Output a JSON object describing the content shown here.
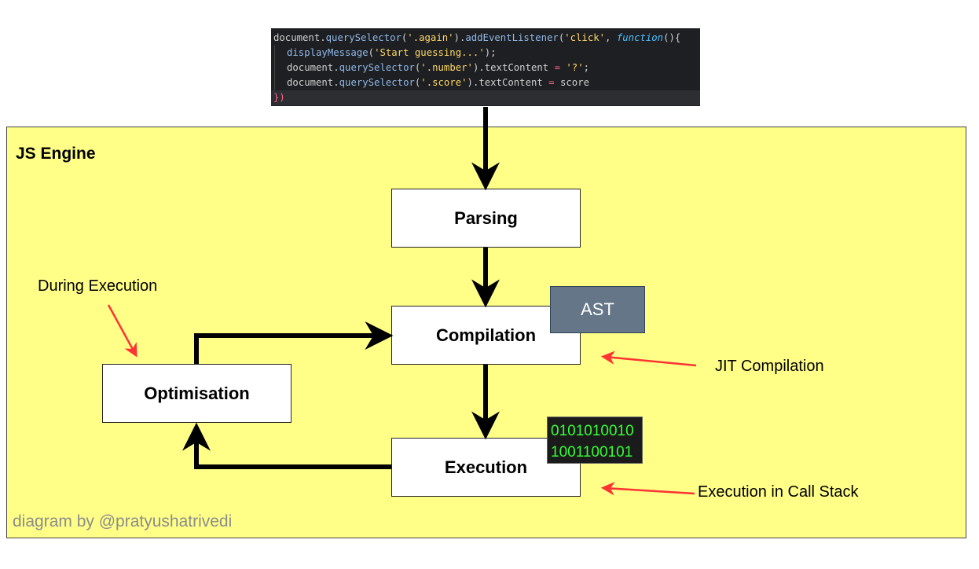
{
  "code": {
    "lines": [
      [
        {
          "t": "document",
          "c": "pun"
        },
        {
          "t": ".",
          "c": "pun"
        },
        {
          "t": "querySelector",
          "c": "fn"
        },
        {
          "t": "(",
          "c": "pun"
        },
        {
          "t": "'.again'",
          "c": "str"
        },
        {
          "t": ")",
          "c": "pun"
        },
        {
          "t": ".",
          "c": "pun"
        },
        {
          "t": "addEventListener",
          "c": "fn"
        },
        {
          "t": "(",
          "c": "pun"
        },
        {
          "t": "'click'",
          "c": "str"
        },
        {
          "t": ", ",
          "c": "pun"
        },
        {
          "t": "function",
          "c": "kw"
        },
        {
          "t": "(){",
          "c": "pun"
        }
      ],
      [
        {
          "t": "displayMessage",
          "c": "fn"
        },
        {
          "t": "(",
          "c": "pun"
        },
        {
          "t": "'Start guessing...'",
          "c": "str"
        },
        {
          "t": ");",
          "c": "pun"
        }
      ],
      [
        {
          "t": "document",
          "c": "pun"
        },
        {
          "t": ".",
          "c": "pun"
        },
        {
          "t": "querySelector",
          "c": "fn"
        },
        {
          "t": "(",
          "c": "pun"
        },
        {
          "t": "'.number'",
          "c": "str"
        },
        {
          "t": ")",
          "c": "pun"
        },
        {
          "t": ".",
          "c": "pun"
        },
        {
          "t": "textContent",
          "c": "pun"
        },
        {
          "t": " = ",
          "c": "op"
        },
        {
          "t": "'?'",
          "c": "str"
        },
        {
          "t": ";",
          "c": "pun"
        }
      ],
      [
        {
          "t": "document",
          "c": "pun"
        },
        {
          "t": ".",
          "c": "pun"
        },
        {
          "t": "querySelector",
          "c": "fn"
        },
        {
          "t": "(",
          "c": "pun"
        },
        {
          "t": "'.score'",
          "c": "str"
        },
        {
          "t": ")",
          "c": "pun"
        },
        {
          "t": ".",
          "c": "pun"
        },
        {
          "t": "textContent",
          "c": "pun"
        },
        {
          "t": " = ",
          "c": "op"
        },
        {
          "t": "score",
          "c": "pun"
        }
      ],
      [
        {
          "t": "})",
          "c": "op"
        }
      ]
    ]
  },
  "engine": {
    "title": "JS Engine",
    "credit": "diagram by @pratyushatrivedi"
  },
  "boxes": {
    "parsing": "Parsing",
    "compilation": "Compilation",
    "execution": "Execution",
    "optimisation": "Optimisation"
  },
  "badges": {
    "ast": "AST",
    "binary_line1": "0101010010",
    "binary_line2": "1001100101"
  },
  "labels": {
    "during_execution": "During Execution",
    "jit_compilation": "JIT Compilation",
    "execution_call_stack": "Execution in Call Stack"
  },
  "colors": {
    "engine_bg": "#ffff88",
    "arrow": "#000000",
    "annotation_arrow": "#ff3333",
    "ast_bg": "#647687",
    "binary_text": "#33ff33"
  }
}
